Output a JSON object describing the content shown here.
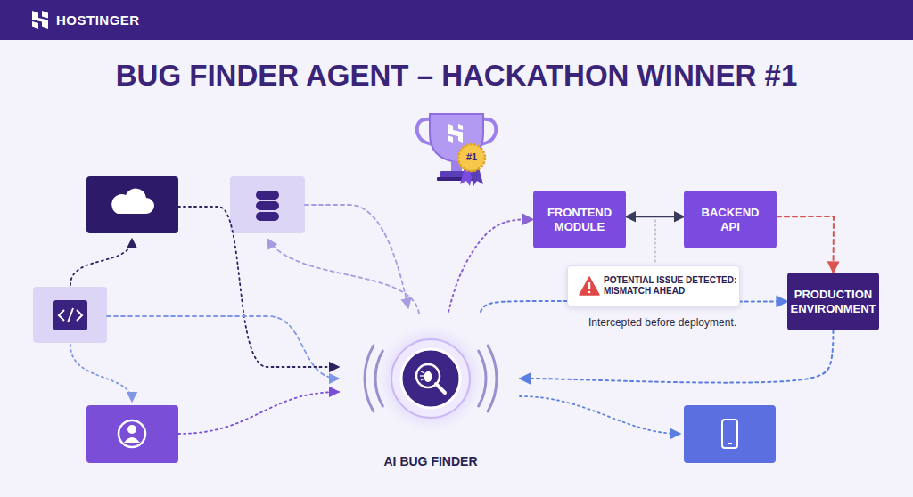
{
  "diagram": {
    "title": "BUG FINDER AGENT – HACKATHON WINNER #1",
    "nodes": [
      {
        "text": [
          "FRONTEND MODULE"
        ]
      },
      {
        "text": [
          "BACKEND API"
        ]
      },
      {
        "text": [
          "POTENTIAL ISSUE DETECTED: MISMATCH AHEAD"
        ]
      },
      {
        "text": [
          "PRODUCTION ENVIRONMENT"
        ]
      },
      {
        "text": [
          "AI BUG FINDER"
        ]
      }
    ],
    "edges": [
      {
        "from": 4,
        "to": 0,
        "arrow": "to"
      },
      {
        "from": 0,
        "to": 1,
        "arrow": "both"
      },
      {
        "from": 1,
        "to": 3,
        "arrow": "to"
      },
      {
        "from": 4,
        "to": 3,
        "arrow": "to"
      },
      {
        "from": 3,
        "to": 4,
        "arrow": "to"
      }
    ],
    "labels": [
      "HOSTINGER",
      "#1",
      "Intercepted before deployment."
    ]
  }
}
